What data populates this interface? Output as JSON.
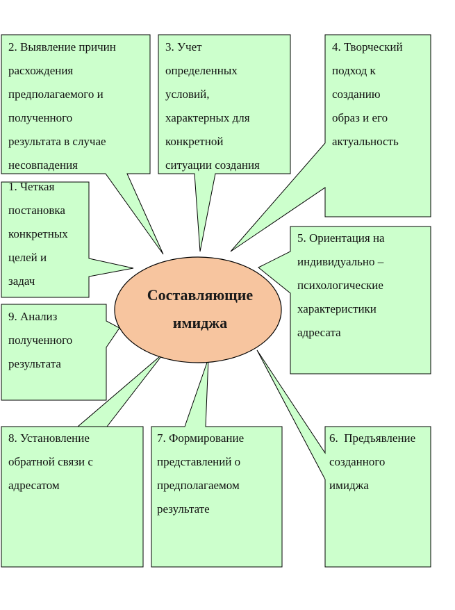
{
  "colors": {
    "box_fill": "#ccffcc",
    "center_fill": "#f7c59f",
    "stroke": "#000000"
  },
  "center": {
    "lines": [
      "Составляющие",
      "имиджа"
    ]
  },
  "boxes": [
    {
      "id": "1",
      "lines": [
        "1. Четкая",
        "постановка",
        "конкретных",
        "целей и",
        "задач"
      ]
    },
    {
      "id": "2",
      "lines": [
        "2. Выявление причин",
        "расхождения",
        "предполагаемого и",
        "полученного",
        "результата в случае",
        "несовпадения"
      ]
    },
    {
      "id": "3",
      "lines": [
        "3. Учет",
        "определенных",
        "условий,",
        "характерных для",
        "конкретной",
        "ситуации создания"
      ]
    },
    {
      "id": "4",
      "lines": [
        "4. Творческий",
        "подход к",
        "созданию",
        "образ и его",
        "актуальность"
      ]
    },
    {
      "id": "5",
      "lines": [
        "5. Ориентация на",
        "индивидуально –",
        "психологические",
        "характеристики",
        "адресата"
      ]
    },
    {
      "id": "6",
      "lines": [
        "6.  Предъявление",
        "созданного",
        "имиджа"
      ]
    },
    {
      "id": "7",
      "lines": [
        "7. Формирование",
        "представлений о",
        "предполагаемом",
        "результате"
      ]
    },
    {
      "id": "8",
      "lines": [
        "8. Установление",
        "обратной связи с",
        "адресатом"
      ]
    },
    {
      "id": "9",
      "lines": [
        "9. Анализ",
        "полученного",
        "результата"
      ]
    }
  ]
}
